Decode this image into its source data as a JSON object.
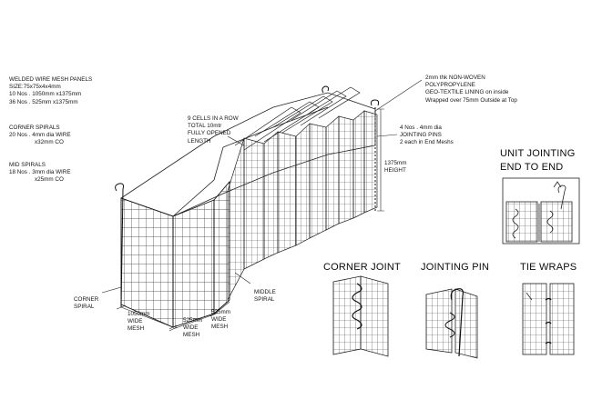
{
  "notes": {
    "panels": {
      "title": "WELDED WIRE MESH PANELS",
      "lines": [
        "SIZE:75x75x4x4mm",
        "10 Nos . 1050mm x1375mm",
        "36 Nos . 525mm x1375mm"
      ]
    },
    "corner_spirals": {
      "title": "CORNER SPIRALS",
      "lines": [
        "20 Nos . 4mm dia WIRE",
        "x32mm CO"
      ]
    },
    "mid_spirals": {
      "title": "MID SPIRALS",
      "lines": [
        "18 Nos . 3mm dia WIRE",
        "x25mm CO"
      ]
    },
    "cells": [
      "9 CELLS IN A ROW",
      "TOTAL 10mtr",
      "FULLY OPENED",
      "LENGTH"
    ],
    "geotextile": [
      "2mm thk NON-WOVEN",
      "POLYPROPYLENE",
      "GEO-TEXTILE LINING on inside",
      "Wrapped over 75mm Outside at Top"
    ],
    "jointing_pins": [
      "4 Nos . 4mm dia",
      "JOINTING PINS",
      "2 each in End Meshs"
    ],
    "height": [
      "1375mm",
      "HEIGHT"
    ],
    "corner_spiral_label": [
      "CORNER",
      "SPIRAL"
    ],
    "wide_1050": [
      "1050mm",
      "WIDE",
      "MESH"
    ],
    "wide_525_a": [
      "525mm",
      "WIDE",
      "MESH"
    ],
    "wide_525_b": [
      "525mm",
      "WIDE",
      "MESH"
    ],
    "middle_spiral": [
      "MIDDLE",
      "SPIRAL"
    ]
  },
  "details": {
    "unit_jointing": [
      "UNIT JOINTING",
      "END TO END"
    ],
    "corner_joint": "CORNER JOINT",
    "jointing_pin": "JOINTING PIN",
    "tie_wraps": "TIE WRAPS"
  },
  "colors": {
    "line": "#222222",
    "background": "#ffffff"
  }
}
